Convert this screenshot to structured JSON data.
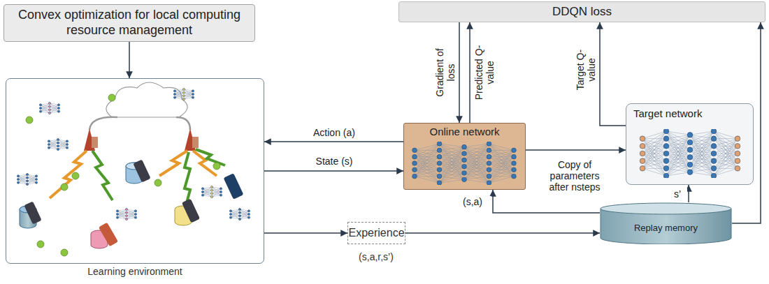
{
  "diagram": {
    "nodes": [
      {
        "text": [
          "Convex optimization for local computing resource management"
        ]
      },
      {
        "text": [
          "DDQN loss"
        ]
      },
      {
        "text": [
          "Learning environment"
        ]
      },
      {
        "text": [
          "Online network"
        ]
      },
      {
        "text": [
          "Target network"
        ]
      },
      {
        "text": [
          "Experience"
        ]
      },
      {
        "text": [
          "Replay memory"
        ]
      }
    ],
    "edges": [
      {
        "from": 0,
        "to": 2,
        "arrow": "to"
      },
      {
        "from": 3,
        "to": 2,
        "label": "Action (a)",
        "arrow": "to"
      },
      {
        "from": 2,
        "to": 3,
        "label": "State (s)",
        "arrow": "to"
      },
      {
        "from": 1,
        "to": 3,
        "label": "Gradient of loss",
        "arrow": "to"
      },
      {
        "from": 3,
        "to": 1,
        "label": "Predicted Q-value",
        "arrow": "to"
      },
      {
        "from": 4,
        "to": 1,
        "label": "Target Q-value",
        "arrow": "to"
      },
      {
        "from": 3,
        "to": 4,
        "label": "Copy of parameters after nsteps",
        "arrow": "to"
      },
      {
        "from": 2,
        "to": 5,
        "arrow": "to"
      },
      {
        "from": 5,
        "to": 6,
        "arrow": "to"
      },
      {
        "from": 6,
        "to": 3,
        "label": "(s,a)",
        "arrow": "to"
      },
      {
        "from": 6,
        "to": 4,
        "label": "s’",
        "arrow": "to"
      },
      {
        "from": 6,
        "to": 1,
        "arrow": "to"
      }
    ],
    "labels": [
      "(s,a,r,s’)"
    ]
  }
}
